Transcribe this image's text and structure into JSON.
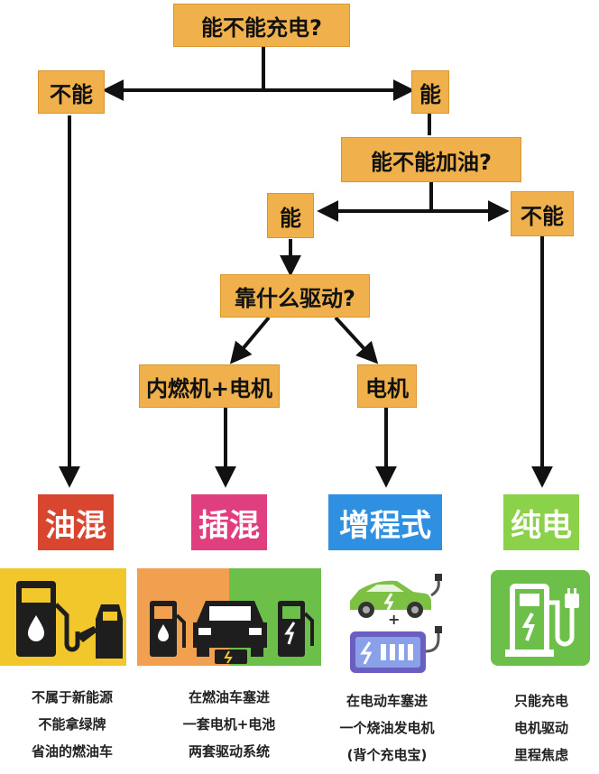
{
  "nodes": {
    "q_charge": "能不能充电?",
    "no_charge": "不能",
    "yes_charge": "能",
    "q_fuel": "能不能加油?",
    "yes_fuel": "能",
    "no_fuel": "不能",
    "q_drive": "靠什么驱动?",
    "ice_motor": "内燃机+电机",
    "motor": "电机"
  },
  "categories": [
    {
      "label": "油混",
      "color": "#d9462f"
    },
    {
      "label": "插混",
      "color": "#e03f7f"
    },
    {
      "label": "增程式",
      "color": "#2f8fe0"
    },
    {
      "label": "纯电",
      "color": "#8cd14a"
    }
  ],
  "descriptions": [
    [
      "不属于新能源",
      "不能拿绿牌",
      "省油的燃油车"
    ],
    [
      "在燃油车塞进",
      "一套电机+电池",
      "两套驱动系统"
    ],
    [
      "在电动车塞进",
      "一个烧油发电机",
      "(背个充电宝)"
    ],
    [
      "只能充电",
      "电机驱动",
      "里程焦虑"
    ]
  ],
  "icons": {
    "plus": "+"
  },
  "colors": {
    "node": "#f0b04b",
    "line": "#111111",
    "panel_yellow": "#f2c72c",
    "panel_orange": "#f0a04e",
    "panel_green": "#6cc04a",
    "panel_purple": "#6a5fc1"
  }
}
